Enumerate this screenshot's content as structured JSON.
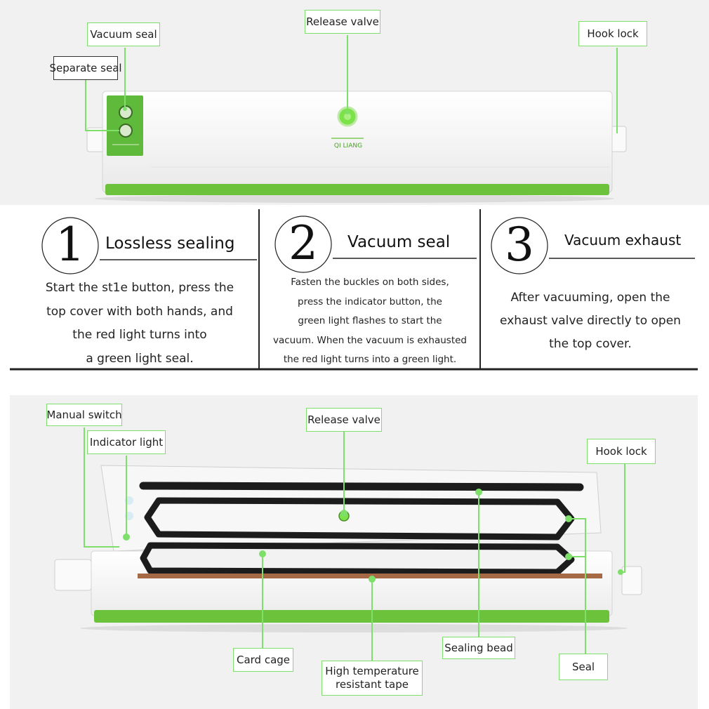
{
  "top_diagram": {
    "brand_text": "QI LIANG",
    "labels": {
      "vacuum_seal": "Vacuum seal",
      "separate_seal": "Separate seal",
      "release_valve": "Release valve",
      "hook_lock": "Hook lock"
    }
  },
  "steps": [
    {
      "number": "1",
      "title": "Lossless sealing",
      "lines": [
        "Start the st1e button, press the",
        "top cover with both hands, and",
        "the red light turns into",
        "a green light seal."
      ]
    },
    {
      "number": "2",
      "title": "Vacuum seal",
      "lines": [
        "Fasten the buckles on both sides,",
        "press the indicator button, the",
        "green light flashes to start the",
        "vacuum. When the vacuum is exhausted",
        "the red light turns into a green light."
      ]
    },
    {
      "number": "3",
      "title": "Vacuum exhaust",
      "lines": [
        "After vacuuming, open the",
        "exhaust valve directly to open",
        "the top cover."
      ]
    }
  ],
  "bottom_diagram": {
    "labels": {
      "manual_switch": "Manual switch",
      "indicator_light": "Indicator light",
      "release_valve": "Release valve",
      "hook_lock": "Hook lock",
      "card_cage": "Card cage",
      "high_temp_tape_line1": "High temperature",
      "high_temp_tape_line2": "resistant tape",
      "sealing_bead": "Sealing bead",
      "seal": "Seal"
    }
  },
  "colors": {
    "callout_green": "#7ee06a",
    "device_green": "#6cc23a",
    "gasket": "#1c1c1c",
    "tape": "#a56a45"
  }
}
